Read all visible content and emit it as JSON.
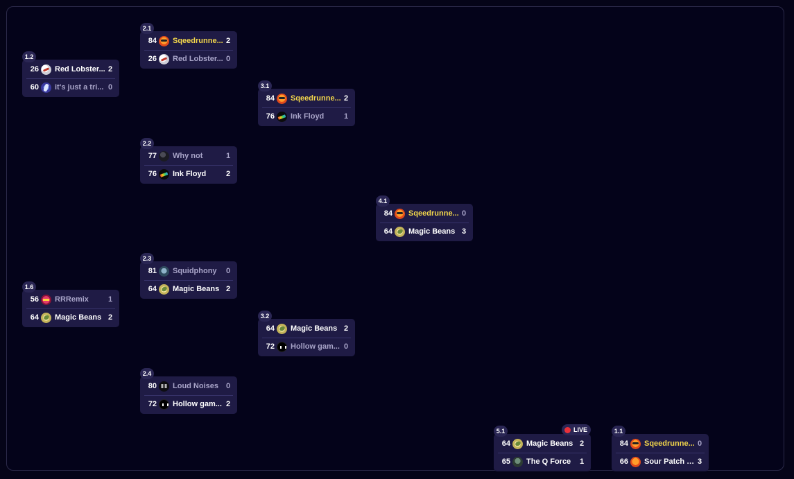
{
  "matches": [
    {
      "id": "m12",
      "label": "1.2",
      "live": false,
      "teams": [
        {
          "seed": "26",
          "name": "Red Lobster...",
          "score": "2",
          "icon": "lobster-icon",
          "win": true
        },
        {
          "seed": "60",
          "name": "it's just a tri...",
          "score": "0",
          "icon": "trick-icon",
          "win": false
        }
      ]
    },
    {
      "id": "m16",
      "label": "1.6",
      "live": false,
      "teams": [
        {
          "seed": "56",
          "name": "RRRemix",
          "score": "1",
          "icon": "rrremix-icon",
          "win": false
        },
        {
          "seed": "64",
          "name": "Magic Beans",
          "score": "2",
          "icon": "magic-beans-icon",
          "win": true
        }
      ]
    },
    {
      "id": "m21",
      "label": "2.1",
      "live": false,
      "teams": [
        {
          "seed": "84",
          "name": "Sqeedrunne...",
          "score": "2",
          "icon": "sqeedrunners-icon",
          "win": true,
          "gold": true
        },
        {
          "seed": "26",
          "name": "Red Lobster...",
          "score": "0",
          "icon": "lobster-icon",
          "win": false
        }
      ]
    },
    {
      "id": "m22",
      "label": "2.2",
      "live": false,
      "teams": [
        {
          "seed": "77",
          "name": "Why not",
          "score": "1",
          "icon": "why-not-icon",
          "win": false
        },
        {
          "seed": "76",
          "name": "Ink Floyd",
          "score": "2",
          "icon": "ink-floyd-icon",
          "win": true
        }
      ]
    },
    {
      "id": "m23",
      "label": "2.3",
      "live": false,
      "teams": [
        {
          "seed": "81",
          "name": "Squidphony",
          "score": "0",
          "icon": "squidphony-icon",
          "win": false
        },
        {
          "seed": "64",
          "name": "Magic Beans",
          "score": "2",
          "icon": "magic-beans-icon",
          "win": true
        }
      ]
    },
    {
      "id": "m24",
      "label": "2.4",
      "live": false,
      "teams": [
        {
          "seed": "80",
          "name": "Loud Noises",
          "score": "0",
          "icon": "loud-noises-icon",
          "win": false
        },
        {
          "seed": "72",
          "name": "Hollow gam...",
          "score": "2",
          "icon": "hollow-gamers-icon",
          "win": true
        }
      ]
    },
    {
      "id": "m31",
      "label": "3.1",
      "live": false,
      "teams": [
        {
          "seed": "84",
          "name": "Sqeedrunne...",
          "score": "2",
          "icon": "sqeedrunners-icon",
          "win": true,
          "gold": true
        },
        {
          "seed": "76",
          "name": "Ink Floyd",
          "score": "1",
          "icon": "ink-floyd-icon",
          "win": false
        }
      ]
    },
    {
      "id": "m32",
      "label": "3.2",
      "live": false,
      "teams": [
        {
          "seed": "64",
          "name": "Magic Beans",
          "score": "2",
          "icon": "magic-beans-icon",
          "win": true
        },
        {
          "seed": "72",
          "name": "Hollow gam...",
          "score": "0",
          "icon": "hollow-gamers-icon",
          "win": false
        }
      ]
    },
    {
      "id": "m41",
      "label": "4.1",
      "live": false,
      "teams": [
        {
          "seed": "84",
          "name": "Sqeedrunne...",
          "score": "0",
          "icon": "sqeedrunners-icon",
          "win": false,
          "gold": true
        },
        {
          "seed": "64",
          "name": "Magic Beans",
          "score": "3",
          "icon": "magic-beans-icon",
          "win": true
        }
      ]
    },
    {
      "id": "m51",
      "label": "5.1",
      "live": true,
      "live_label": "LIVE",
      "teams": [
        {
          "seed": "64",
          "name": "Magic Beans",
          "score": "2",
          "icon": "magic-beans-icon",
          "win": true
        },
        {
          "seed": "65",
          "name": "The Q Force",
          "score": "1",
          "icon": "q-force-icon",
          "win": true
        }
      ]
    },
    {
      "id": "m11",
      "label": "1.1",
      "live": false,
      "teams": [
        {
          "seed": "84",
          "name": "Sqeedrunne...",
          "score": "0",
          "icon": "sqeedrunners-icon",
          "win": false,
          "gold": true
        },
        {
          "seed": "66",
          "name": "Sour Patch Squ...",
          "score": "3",
          "icon": "sour-patch-icon",
          "win": true
        }
      ]
    }
  ]
}
